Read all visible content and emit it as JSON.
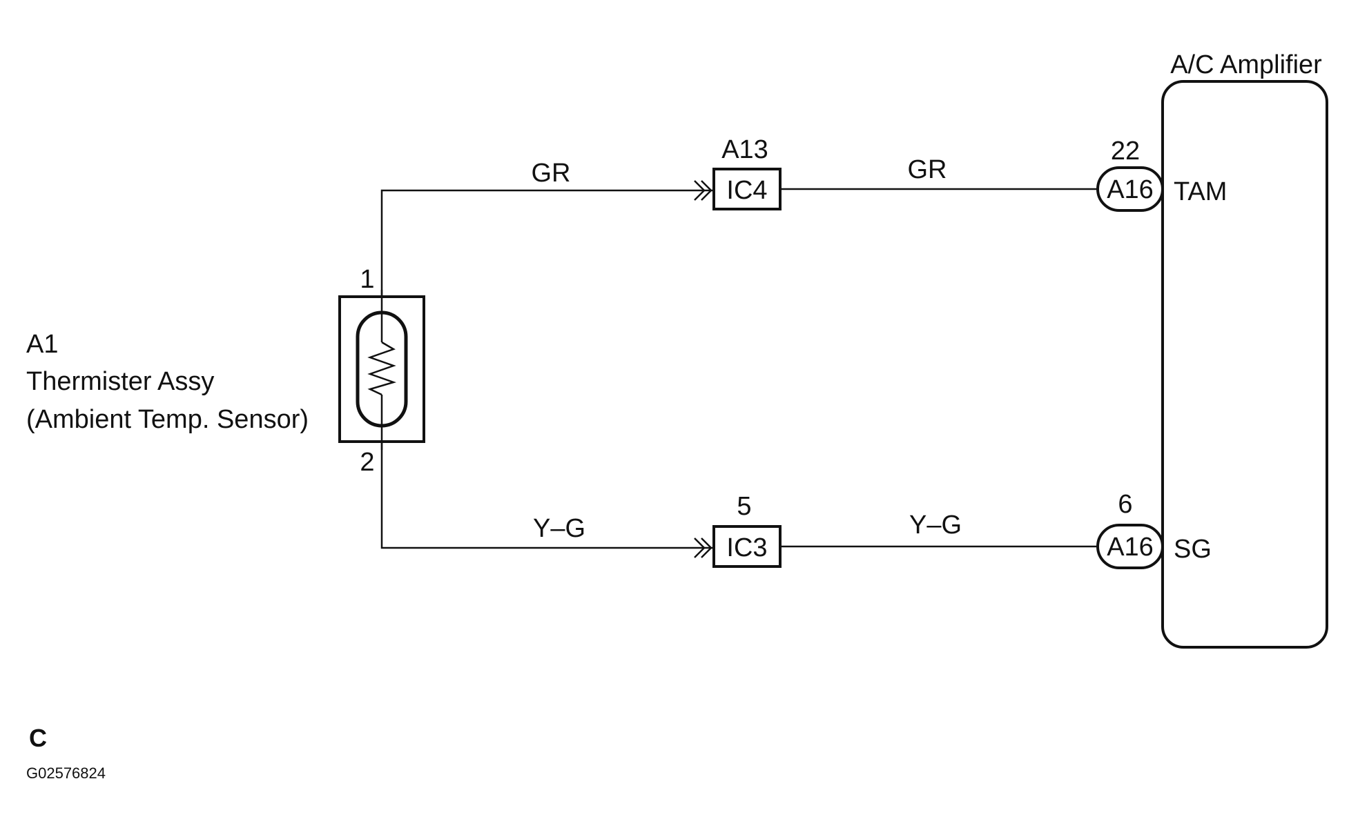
{
  "sensor": {
    "code": "A1",
    "name": "Thermister Assy",
    "desc": "(Ambient Temp. Sensor)",
    "pin_top": "1",
    "pin_bottom": "2"
  },
  "amplifier": {
    "title": "A/C Amplifier",
    "terminal_top": "TAM",
    "terminal_bottom": "SG"
  },
  "wires": {
    "top_left_color": "GR",
    "top_right_color": "GR",
    "bottom_left_color": "Y–G",
    "bottom_right_color": "Y–G"
  },
  "connectors": {
    "ic4_pin": "A13",
    "ic4_label": "IC4",
    "ic3_pin": "5",
    "ic3_label": "IC3",
    "a16_top_pin": "22",
    "a16_top_label": "A16",
    "a16_bottom_pin": "6",
    "a16_bottom_label": "A16"
  },
  "footer": {
    "letter": "C",
    "code": "G02576824"
  }
}
